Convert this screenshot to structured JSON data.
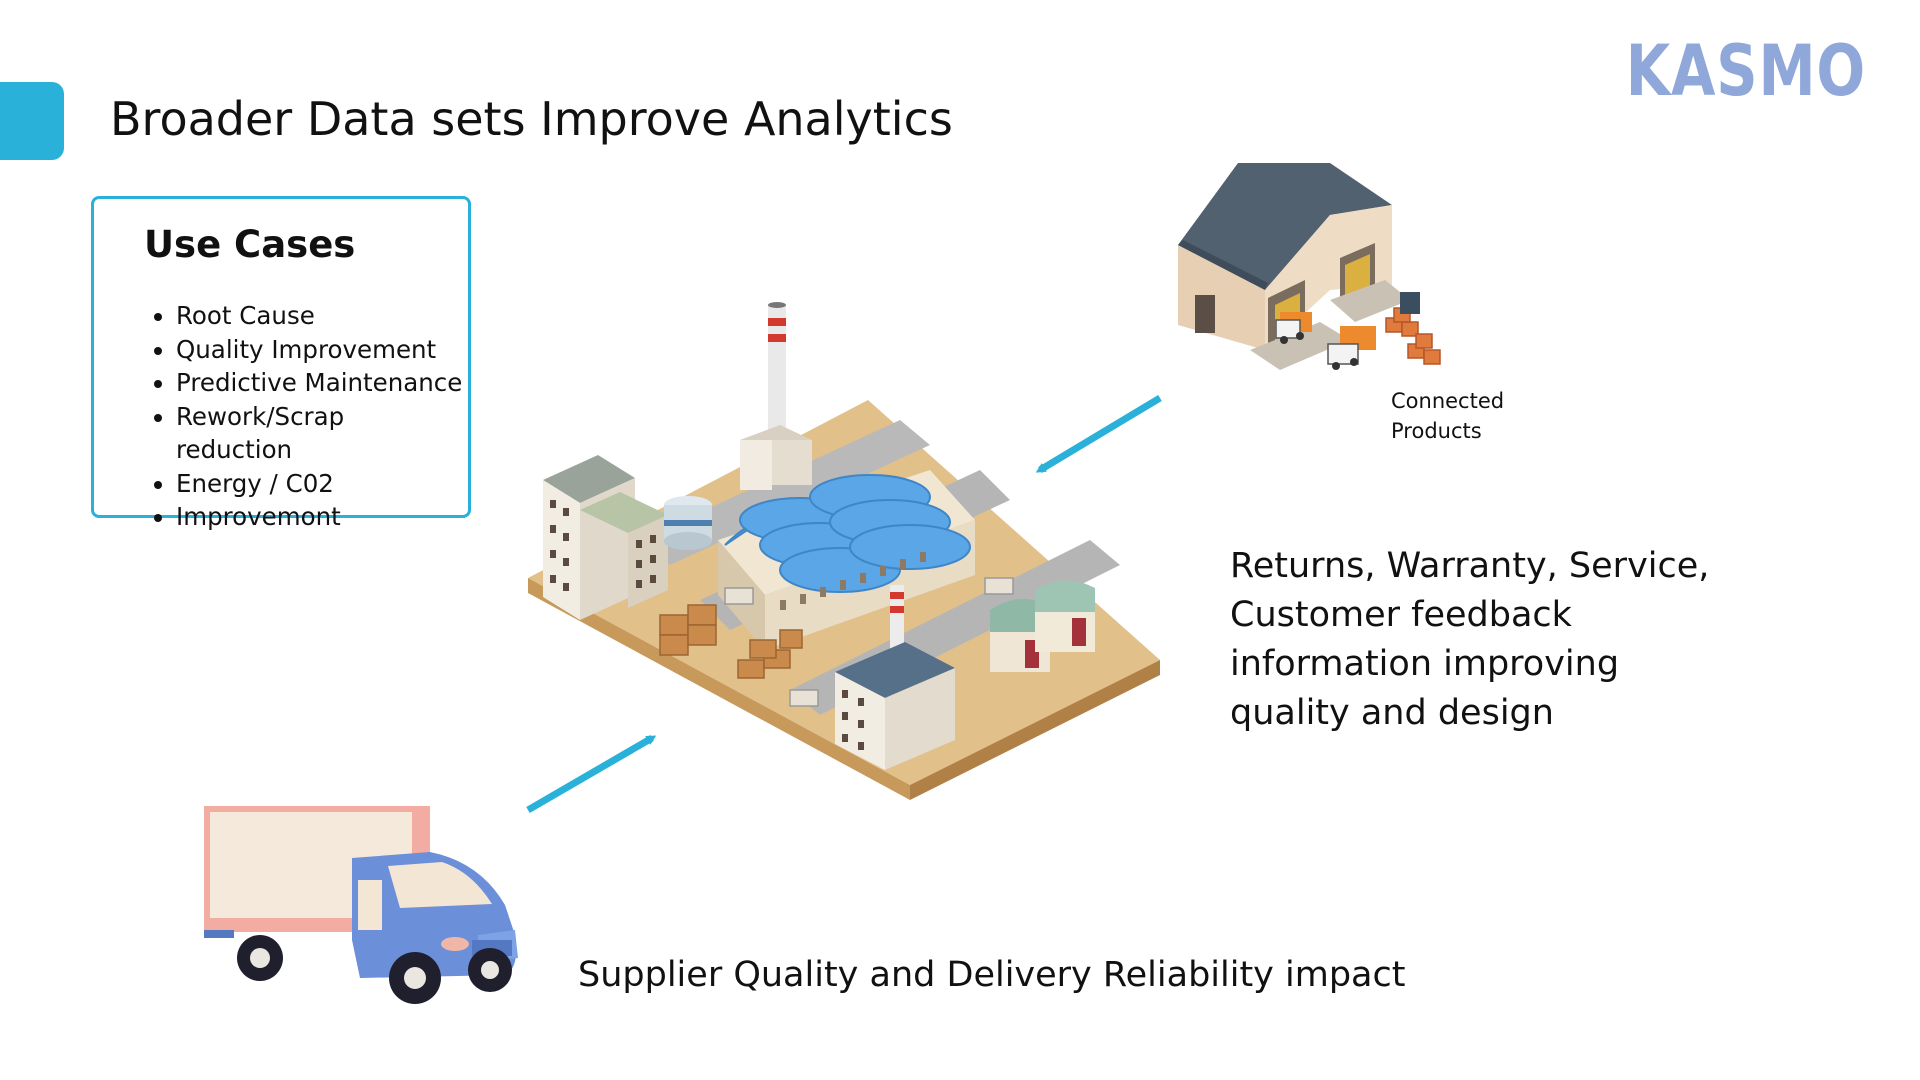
{
  "brand": {
    "logo": "KASMO",
    "accent_color": "#29b1d9",
    "logo_color": "#8fa8d9"
  },
  "slide": {
    "title": "Broader Data sets Improve Analytics"
  },
  "use_cases": {
    "heading": "Use Cases",
    "items": [
      "Root Cause",
      "Quality Improvement",
      "Predictive Maintenance",
      "Rework/Scrap reduction",
      "Energy / C02",
      "Improvemont"
    ]
  },
  "labels": {
    "connected_products": "Connected Products",
    "returns": "Returns, Warranty, Service, Customer feedback information improving quality and design",
    "supplier": "Supplier Quality and Delivery Reliability impact"
  },
  "icons": {
    "factory": "factory-illustration",
    "warehouse": "warehouse-illustration",
    "truck": "delivery-truck-illustration",
    "arrow": "arrow-icon"
  }
}
